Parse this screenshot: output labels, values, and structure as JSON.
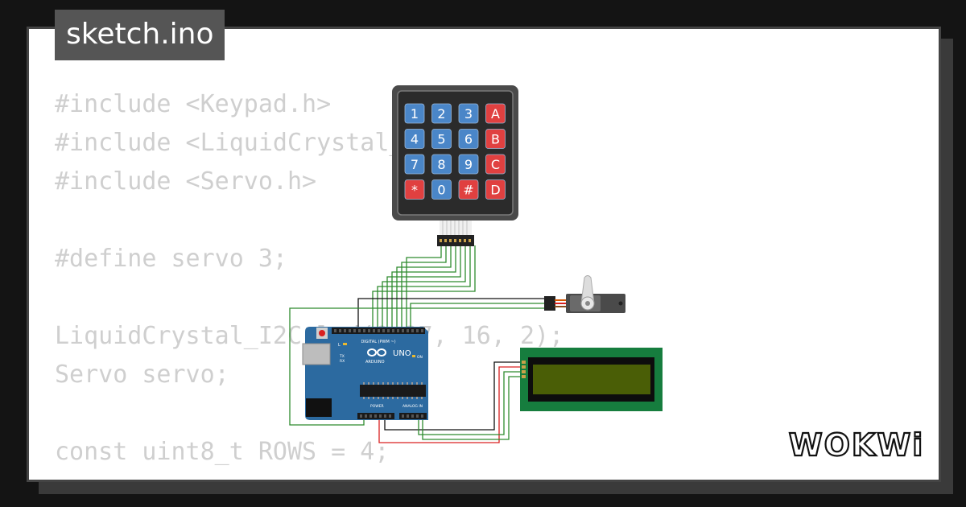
{
  "file": {
    "name": "sketch.ino"
  },
  "code": {
    "lines": [
      "#include <Keypad.h>",
      "#include <LiquidCrystal_I2C.h>",
      "#include <Servo.h>",
      "",
      "#define servo 3;",
      "",
      "LiquidCrystal_I2C lcd(0x27, 16, 2);",
      "Servo servo;",
      "",
      "const uint8_t ROWS = 4;"
    ]
  },
  "keypad": {
    "keys": [
      "1",
      "2",
      "3",
      "A",
      "4",
      "5",
      "6",
      "B",
      "7",
      "8",
      "9",
      "C",
      "*",
      "0",
      "#",
      "D"
    ]
  },
  "arduino": {
    "board_label": "UNO",
    "brand": "ARDUINO",
    "digital_label": "DIGITAL (PWM ~)",
    "analog_label": "ANALOG IN",
    "power_label": "POWER",
    "on_label": "ON",
    "tx_label": "TX",
    "rx_label": "RX",
    "l_label": "L"
  },
  "brand": {
    "logo_text": "WOKWi"
  },
  "colors": {
    "background": "#141414",
    "card": "#ffffff",
    "tab": "#555555",
    "code_text": "#cfcfcf",
    "board_blue": "#2c6aa0",
    "lcd_green": "#167d3e",
    "lcd_screen": "#4a5e06",
    "keypad_blue": "#4a86c8",
    "keypad_red": "#e04040",
    "wire_green": "#2e8b2e",
    "wire_red": "#d92020",
    "wire_black": "#111111"
  }
}
